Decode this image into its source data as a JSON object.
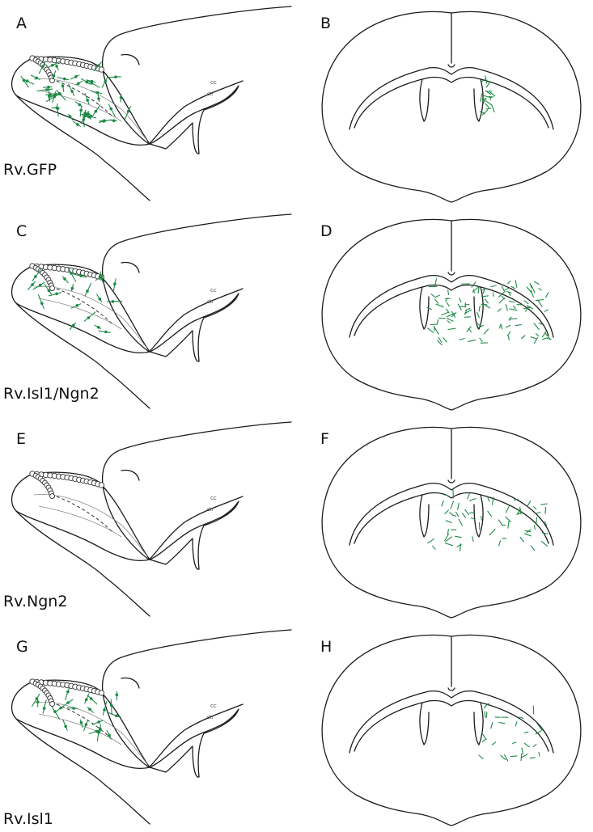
{
  "figure": {
    "panels": [
      {
        "letter": "A",
        "view": "sagittal-olfactory-bulb",
        "vector_label": "Rv.GFP",
        "marked_cells": "dense"
      },
      {
        "letter": "B",
        "view": "coronal",
        "marked_cells": "sparse-svz"
      },
      {
        "letter": "C",
        "view": "sagittal-olfactory-bulb",
        "vector_label": "Rv.Isl1/Ngn2",
        "marked_cells": "moderate"
      },
      {
        "letter": "D",
        "view": "coronal",
        "marked_cells": "dense-striatum"
      },
      {
        "letter": "E",
        "view": "sagittal-olfactory-bulb",
        "vector_label": "Rv.Ngn2",
        "marked_cells": "none"
      },
      {
        "letter": "F",
        "view": "coronal",
        "marked_cells": "moderate-striatum"
      },
      {
        "letter": "G",
        "view": "sagittal-olfactory-bulb",
        "vector_label": "Rv.Isl1",
        "marked_cells": "moderate"
      },
      {
        "letter": "H",
        "view": "coronal",
        "marked_cells": "sparse-striatum"
      }
    ],
    "sagittal_annotations": {
      "top": "cc",
      "bottom": "str"
    },
    "colors": {
      "cell_marker": "#1d8a45",
      "ink": "#1c1c1c",
      "background": "#ffffff"
    }
  }
}
